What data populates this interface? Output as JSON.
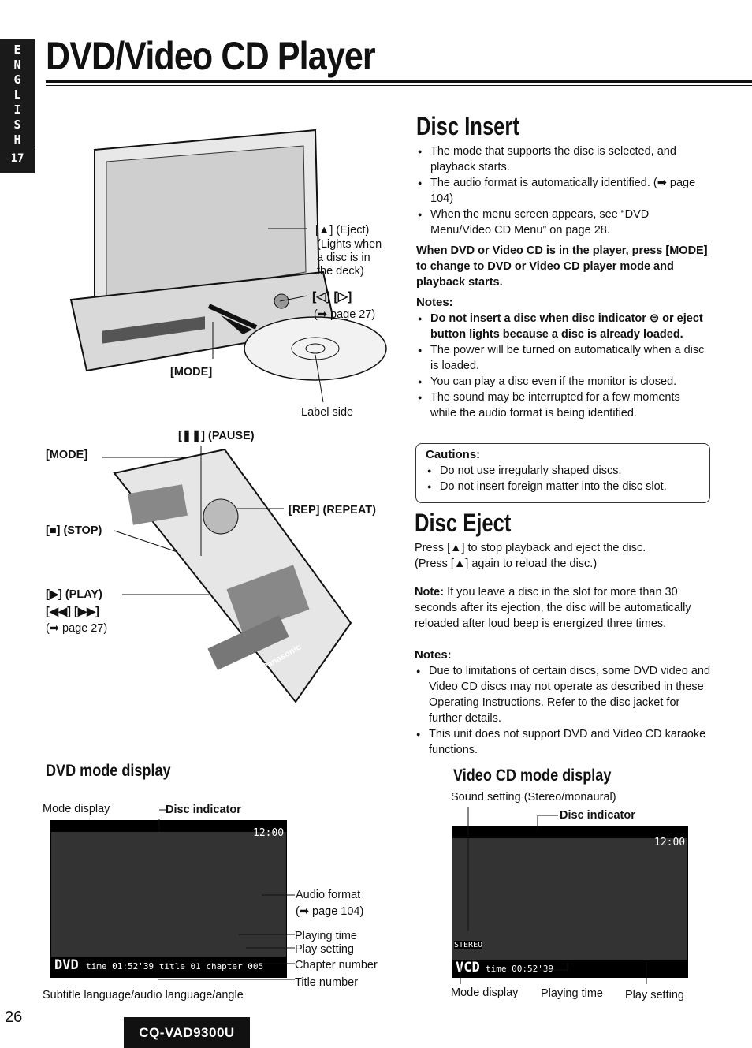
{
  "side_tab": {
    "letters": [
      "E",
      "N",
      "G",
      "L",
      "I",
      "S",
      "H"
    ],
    "page": "17"
  },
  "page_title": "DVD/Video CD Player",
  "disc_insert": {
    "heading": "Disc Insert",
    "bullets": [
      "The mode that supports the disc is selected, and playback starts.",
      "The audio format is automatically identified. (➡ page 104)",
      "When the menu screen appears, see “DVD Menu/Video CD Menu” on page 28."
    ],
    "instruction": "When DVD or Video CD is in the player, press [MODE] to change to DVD or Video CD player mode and playback starts.",
    "notes_label": "Notes:",
    "notes": [
      "Do not insert a disc when disc indicator ⊜ or eject button lights because a disc is already loaded.",
      "The power will be turned on automatically when a disc is loaded.",
      "You can play a disc even if the monitor is closed.",
      "The sound may be interrupted for a few moments while the audio format is being identified."
    ]
  },
  "cautions": {
    "label": "Cautions:",
    "items": [
      "Do not use irregularly shaped discs.",
      "Do not insert foreign matter into the disc slot."
    ]
  },
  "disc_eject": {
    "heading": "Disc Eject",
    "line1": "Press [▲] to stop playback and eject the disc.",
    "line2": "(Press [▲] again to reload the disc.)",
    "note_label": "Note:",
    "note_text": " If you leave a disc in the slot for more than 30 seconds after its ejection, the disc will be automatically reloaded after loud beep is energized three times.",
    "notes_label": "Notes:",
    "notes": [
      "Due to limitations of certain discs, some DVD video and Video CD discs may not operate as described in these Operating Instructions. Refer to the disc jacket for further details.",
      "This unit does not support DVD and Video CD karaoke functions."
    ]
  },
  "unit_labels": {
    "eject": "[▲] (Eject)",
    "eject_sub": [
      "(Lights when",
      "a disc is in",
      "the deck)"
    ],
    "skip": "[◁] [▷]",
    "skip_ref": "(➡ page 27)",
    "mode": "[MODE]",
    "label_side": "Label side"
  },
  "remote_labels": {
    "pause": "[❚❚] (PAUSE)",
    "mode": "[MODE]",
    "repeat": "[REP] (REPEAT)",
    "stop": "[■] (STOP)",
    "play": "[▶] (PLAY)",
    "prev_next": "[◀◀] [▶▶]",
    "ref": "(➡ page 27)",
    "brand": "Panasonic"
  },
  "dvd_display": {
    "heading": "DVD mode display",
    "mode_display": "Mode display",
    "disc_indicator": "Disc indicator",
    "audio_format": "Audio format",
    "audio_ref": "(➡ page 104)",
    "playing_time": "Playing time",
    "play_setting": "Play setting",
    "chapter_number": "Chapter number",
    "title_number": "Title number",
    "subtitle": "Subtitle language/audio language/angle",
    "screen_clock": "12:00",
    "screen_mode": "DVD",
    "screen_status": "time 01:52'39  title 01  chapter 005"
  },
  "vcd_display": {
    "heading": "Video CD mode display",
    "sound_setting": "Sound setting (Stereo/monaural)",
    "disc_indicator": "Disc indicator",
    "mode_display": "Mode display",
    "playing_time": "Playing time",
    "play_setting": "Play setting",
    "screen_clock": "12:00",
    "screen_mode": "VCD",
    "screen_status": "time 00:52'39",
    "screen_stereo": "STEREO"
  },
  "footer": {
    "page_number": "26",
    "model": "CQ-VAD9300U"
  }
}
